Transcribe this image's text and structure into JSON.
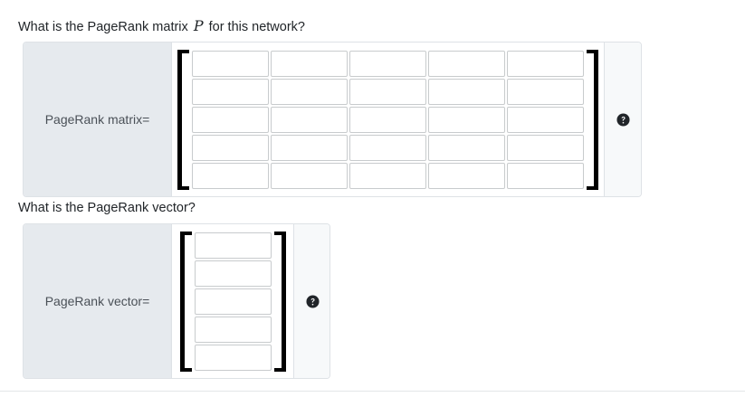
{
  "page": {
    "background": "#ffffff",
    "panel_label_bg": "#e6eaee",
    "panel_border": "#dee2e6",
    "help_pane_bg": "#f7f9fa",
    "cell_border": "#c8cbcd",
    "bracket_color": "#000000",
    "text_color": "#212529",
    "label_text_color": "#4a5057"
  },
  "questions": [
    {
      "id": "pagerank-matrix",
      "prompt_before": "What is the PageRank matrix",
      "prompt_math": "P",
      "prompt_after": "for this network?",
      "label": "PageRank matrix=",
      "rows": 5,
      "cols": 5,
      "cell_placeholder": "",
      "cell_values": [
        [
          "",
          "",
          "",
          "",
          ""
        ],
        [
          "",
          "",
          "",
          "",
          ""
        ],
        [
          "",
          "",
          "",
          "",
          ""
        ],
        [
          "",
          "",
          "",
          "",
          ""
        ],
        [
          "",
          "",
          "",
          "",
          ""
        ]
      ],
      "help": {
        "icon": "help-circle-icon",
        "title": "Help"
      }
    },
    {
      "id": "pagerank-vector",
      "prompt_before": "What is the PageRank vector?",
      "prompt_math": "",
      "prompt_after": "",
      "label": "PageRank vector=",
      "rows": 5,
      "cols": 1,
      "cell_placeholder": "",
      "cell_values": [
        [
          ""
        ],
        [
          ""
        ],
        [
          ""
        ],
        [
          ""
        ],
        [
          ""
        ]
      ],
      "help": {
        "icon": "help-circle-icon",
        "title": "Help"
      }
    }
  ]
}
